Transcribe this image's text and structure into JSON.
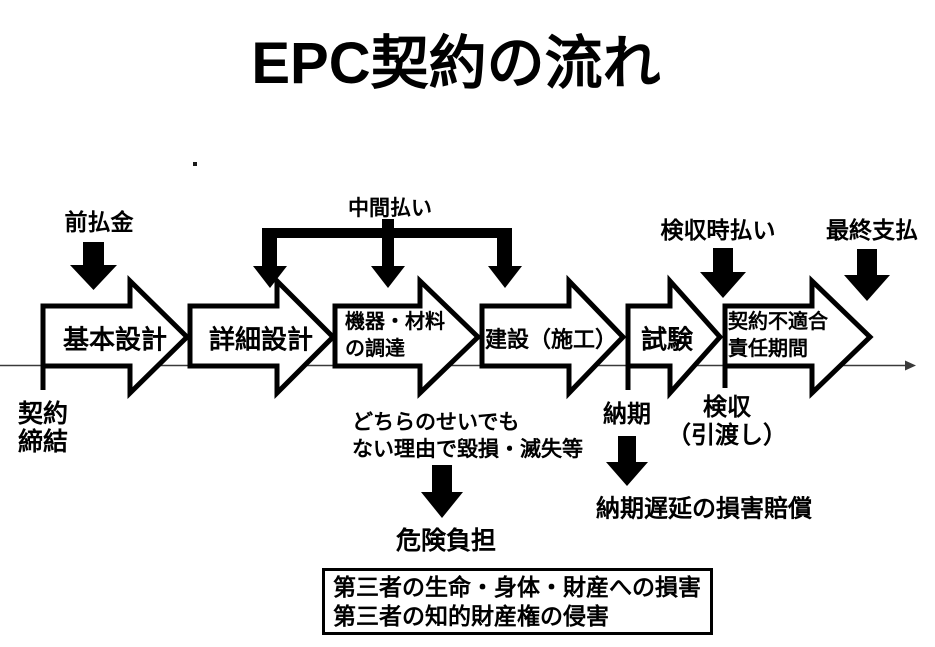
{
  "title": "EPC契約の流れ",
  "payments": {
    "advance": "前払金",
    "interim": "中間払い",
    "at_inspection": "検収時払い",
    "final": "最終支払"
  },
  "stages": {
    "basic_design": "基本設計",
    "detailed_design": "詳細設計",
    "procurement_line1": "機器・材料",
    "procurement_line2": "の調達",
    "construction": "建設（施工）",
    "testing": "試験",
    "warranty_line1": "契約不適合",
    "warranty_line2": "責任期間"
  },
  "milestones": {
    "contract_line1": "契約",
    "contract_line2": "締結",
    "delivery": "納期",
    "acceptance_line1": "検収",
    "acceptance_line2": "（引渡し）"
  },
  "annotations": {
    "no_fault_line1": "どちらのせいでも",
    "no_fault_line2": "ない理由で毀損・滅失等",
    "risk_bearing": "危険負担",
    "delay_damages": "納期遅延の損害賠償",
    "third_party_line1": "第三者の生命・身体・財産への損害",
    "third_party_line2": "第三者の知的財産権の侵害"
  },
  "colors": {
    "ink": "#000000",
    "background": "#ffffff"
  }
}
